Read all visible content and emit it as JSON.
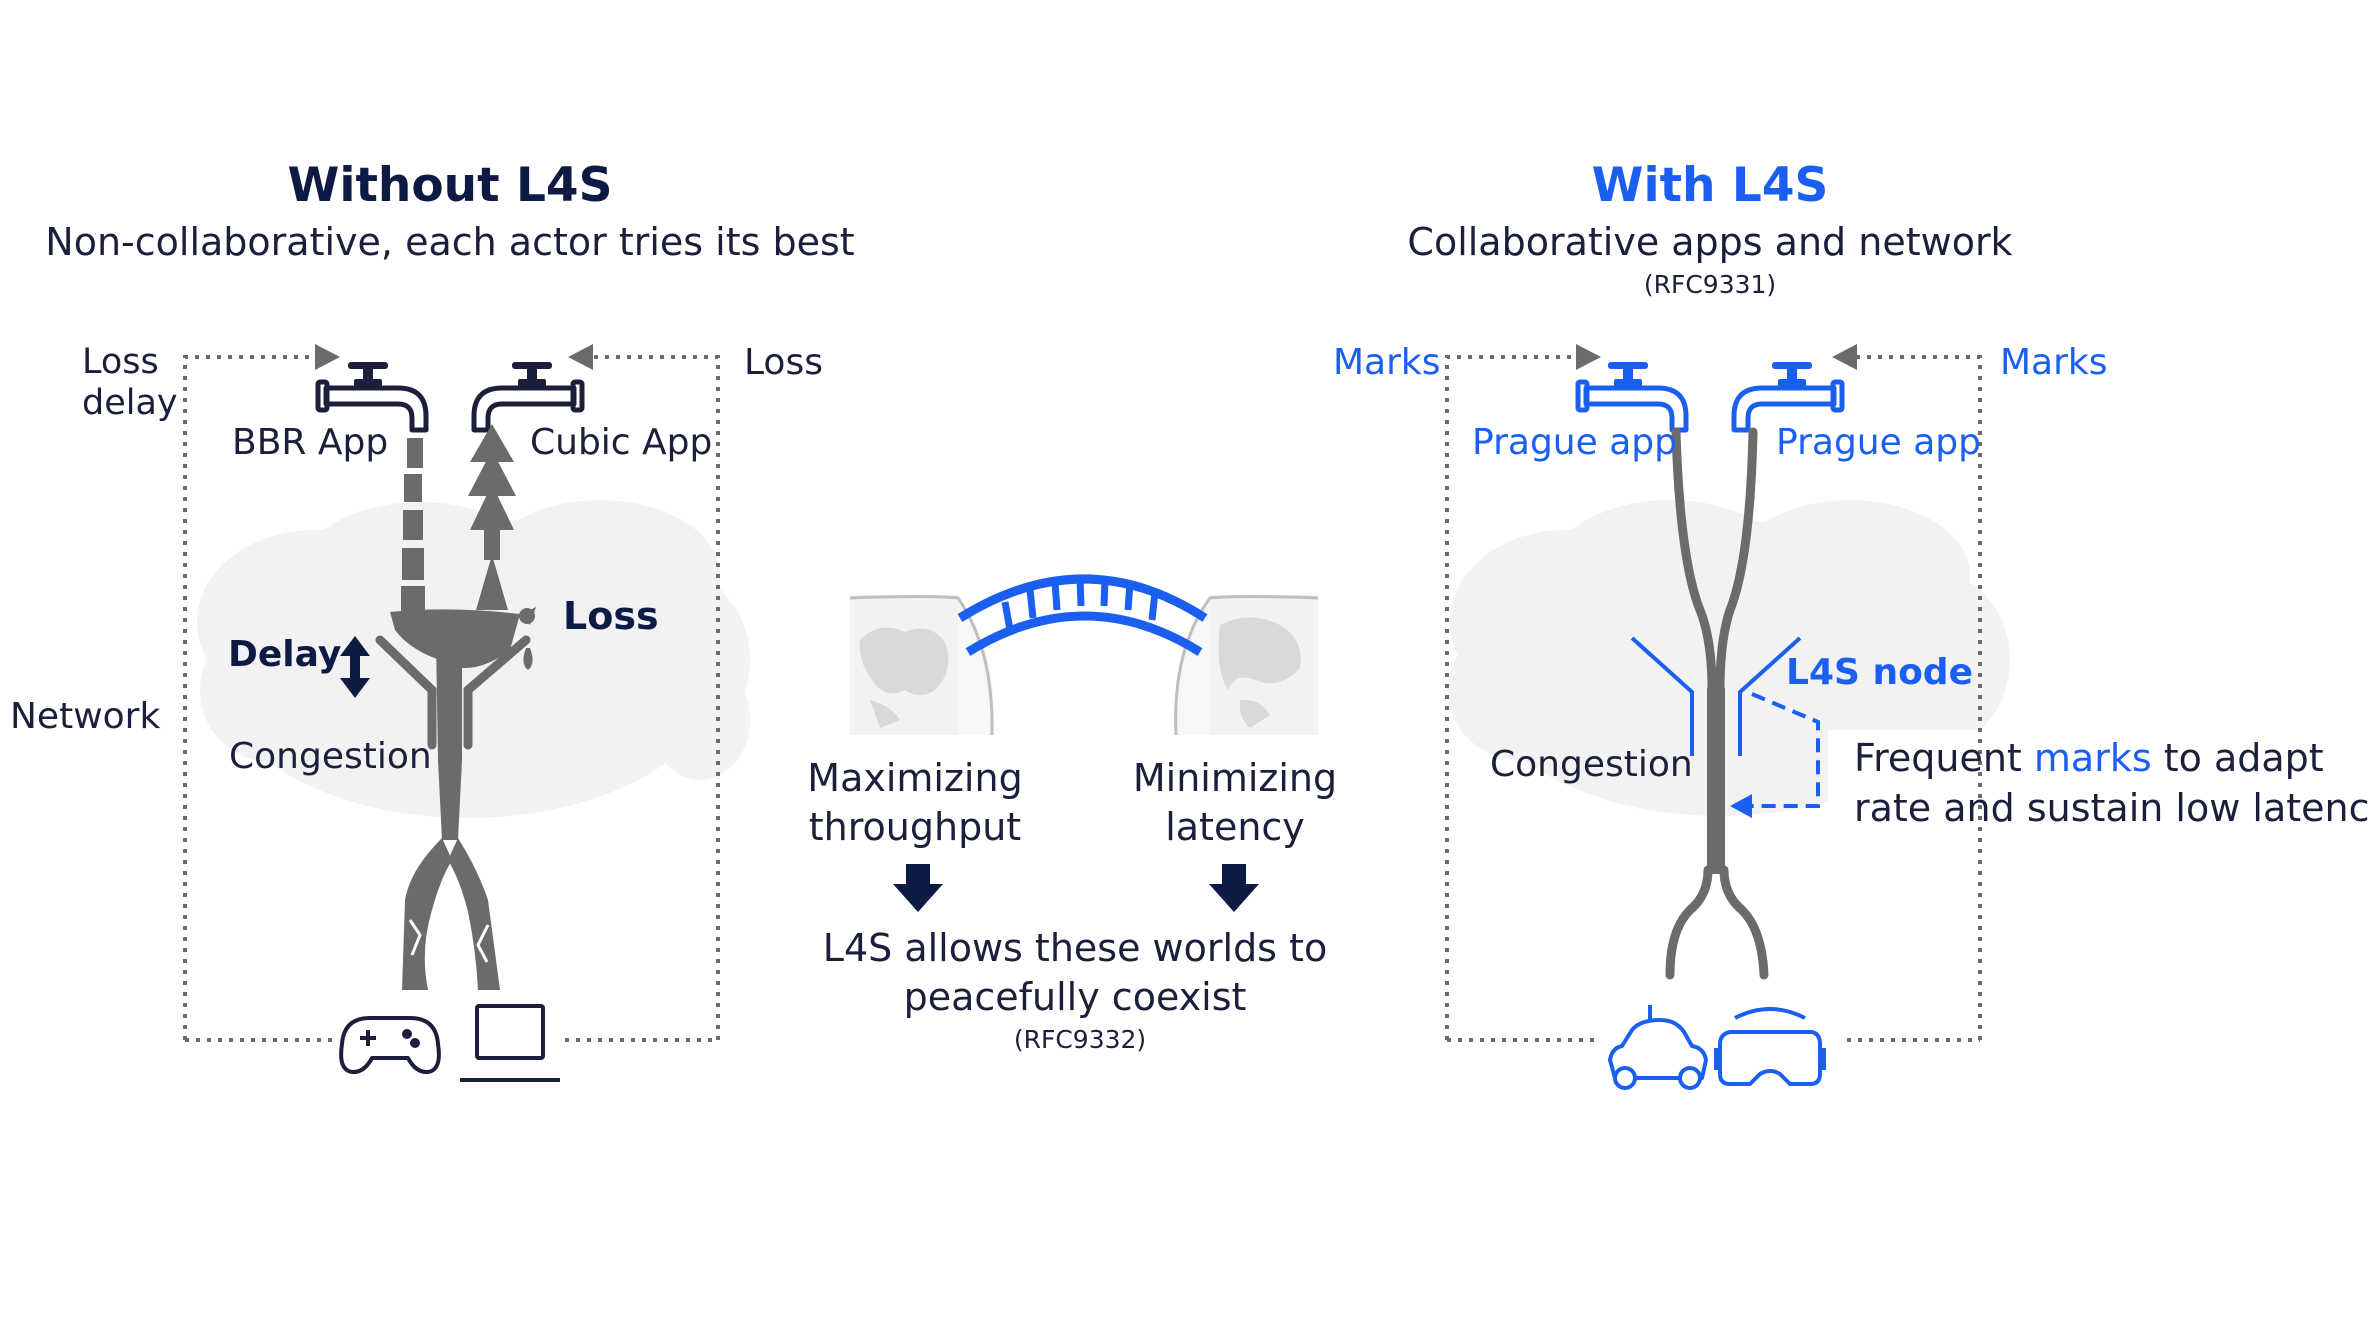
{
  "left_panel": {
    "title": "Without L4S",
    "subtitle": "Non-collaborative, each actor tries its best",
    "loss_delay_label": "Loss\ndelay",
    "loss_label": "Loss",
    "bbr_app_label": "BBR App",
    "cubic_app_label": "Cubic App",
    "network_label": "Network",
    "delay_label": "Delay",
    "loss_bold_label": "Loss",
    "congestion_label": "Congestion"
  },
  "middle_panel": {
    "maximizing_label": "Maximizing\nthroughput",
    "minimizing_label": "Minimizing\nlatency",
    "coexist_text": "L4S allows these worlds to\npeacefully coexist",
    "rfc_ref": "(RFC9332)"
  },
  "right_panel": {
    "title": "With L4S",
    "subtitle": "Collaborative apps and network",
    "rfc_ref": "(RFC9331)",
    "marks_left_label": "Marks",
    "marks_right_label": "Marks",
    "prague_app_left_label": "Prague app",
    "prague_app_right_label": "Prague app",
    "l4s_node_label": "L4S node",
    "congestion_label": "Congestion",
    "frequent_prefix": "Frequent ",
    "frequent_marks": "marks",
    "frequent_suffix": " to adapt",
    "frequent_line2": "rate and sustain low latency"
  },
  "colors": {
    "navy": "#0d1a44",
    "text": "#1b1f3b",
    "blue": "#1a5ff0",
    "grey_flow": "#6b6b6b",
    "cloud": "#f2f2f2"
  },
  "icons": [
    "faucet-icon",
    "gamepad-icon",
    "laptop-icon",
    "car-icon",
    "vr-headset-icon",
    "bridge-icon",
    "globe-icon",
    "down-arrow-icon",
    "double-arrow-icon"
  ]
}
